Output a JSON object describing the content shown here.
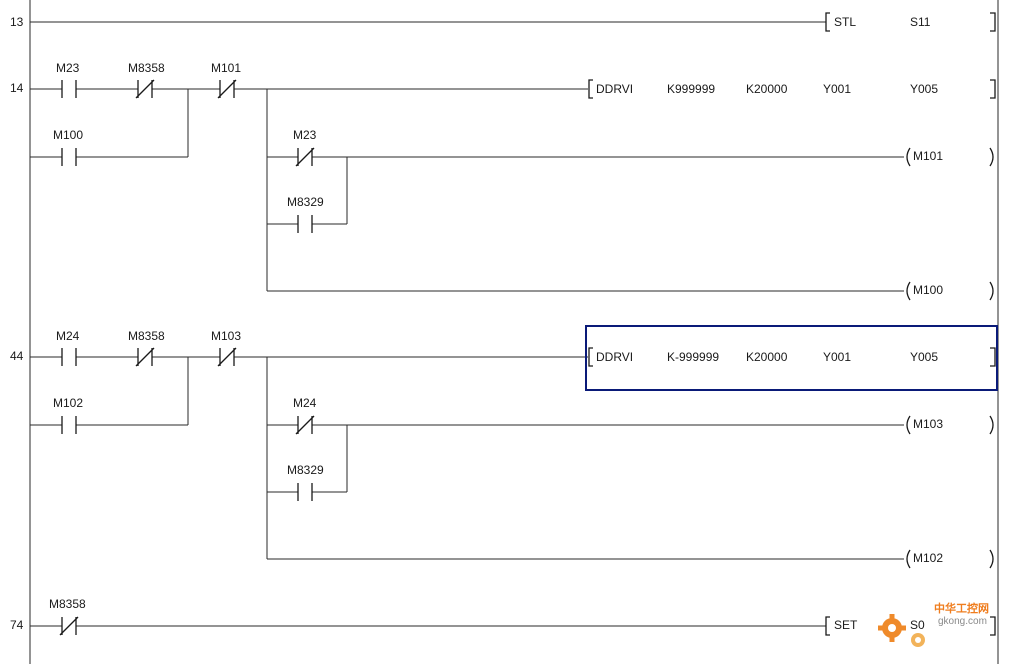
{
  "rungs": [
    {
      "step": "13",
      "instruction": [
        "STL",
        "S11"
      ]
    },
    {
      "step": "14",
      "series_contacts": [
        "M23",
        "M8358",
        "M101"
      ],
      "parallel_contact": "M100",
      "instruction": [
        "DDRVI",
        "K999999",
        "K20000",
        "Y001",
        "Y005"
      ],
      "branch_contacts": [
        "M23",
        "M8329"
      ],
      "coils": [
        "M101",
        "M100"
      ]
    },
    {
      "step": "44",
      "series_contacts": [
        "M24",
        "M8358",
        "M103"
      ],
      "parallel_contact": "M102",
      "instruction": [
        "DDRVI",
        "K-999999",
        "K20000",
        "Y001",
        "Y005"
      ],
      "branch_contacts": [
        "M24",
        "M8329"
      ],
      "coils": [
        "M103",
        "M102"
      ],
      "selected": true
    },
    {
      "step": "74",
      "contact": "M8358",
      "instruction": [
        "SET",
        "S0"
      ]
    }
  ],
  "watermark": {
    "cn": "中华工控网",
    "en": "gkong.com",
    "icon": "gear-icon",
    "color": "#ef7d1e"
  },
  "colors": {
    "wire": "#2a2a2a",
    "selection": "#0a1a78",
    "background": "#ffffff"
  }
}
